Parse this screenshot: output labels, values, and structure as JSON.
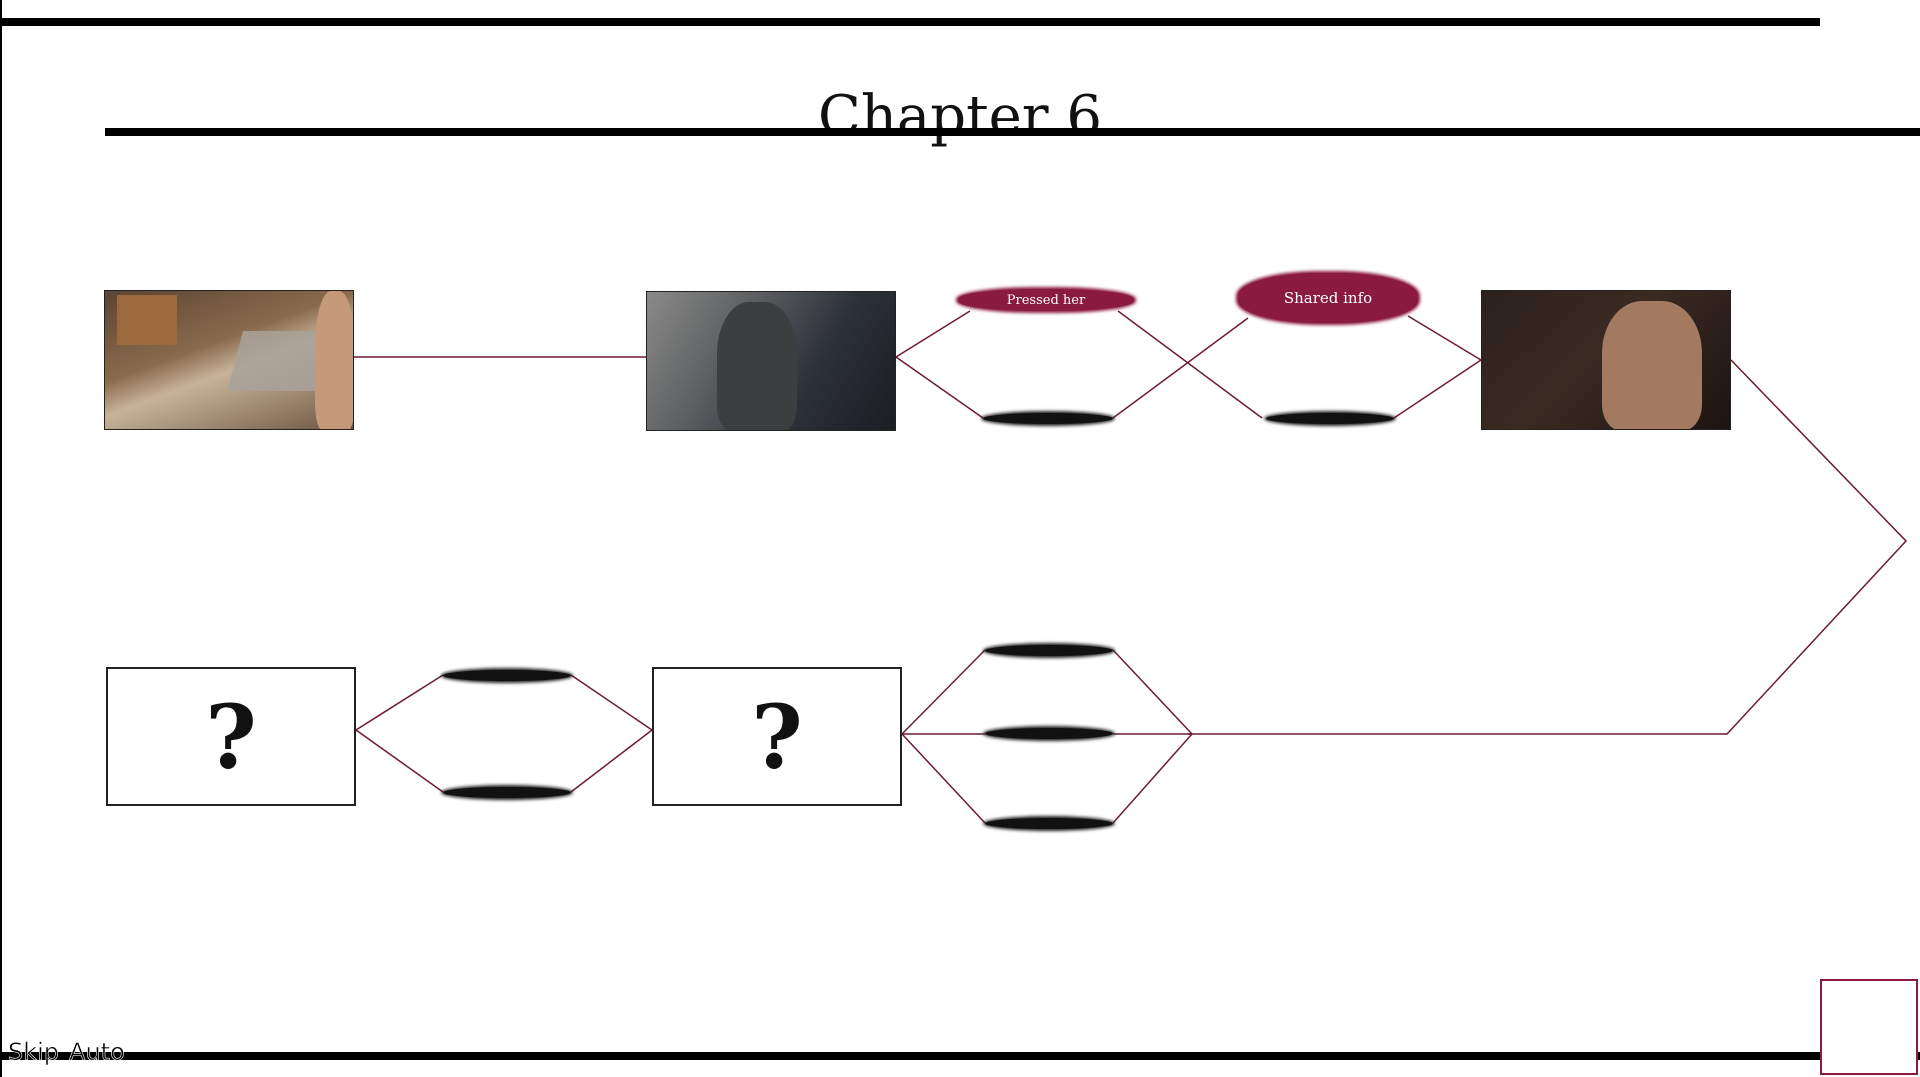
{
  "header": {
    "title": "Chapter 6"
  },
  "route_map": {
    "scenes": [
      {
        "id": "bedroom-scene",
        "alt": "bedroom scene thumbnail"
      },
      {
        "id": "alley-scene",
        "alt": "alley scene thumbnail"
      },
      {
        "id": "dark-room-scene",
        "alt": "dark room scene thumbnail"
      }
    ],
    "unknown_label": "?",
    "choices": [
      {
        "label": "Pressed her",
        "state": "taken"
      },
      {
        "label": "Shared info",
        "state": "taken"
      },
      {
        "label": "",
        "state": "locked"
      },
      {
        "label": "",
        "state": "locked"
      },
      {
        "label": "",
        "state": "locked"
      },
      {
        "label": "",
        "state": "locked"
      },
      {
        "label": "",
        "state": "locked"
      },
      {
        "label": "",
        "state": "locked"
      },
      {
        "label": "",
        "state": "locked"
      }
    ]
  },
  "quick_menu": {
    "skip": "Skip",
    "auto": "Auto"
  },
  "colors": {
    "accent": "#8b1a41",
    "line": "#6e1a33",
    "locked": "#111111"
  }
}
